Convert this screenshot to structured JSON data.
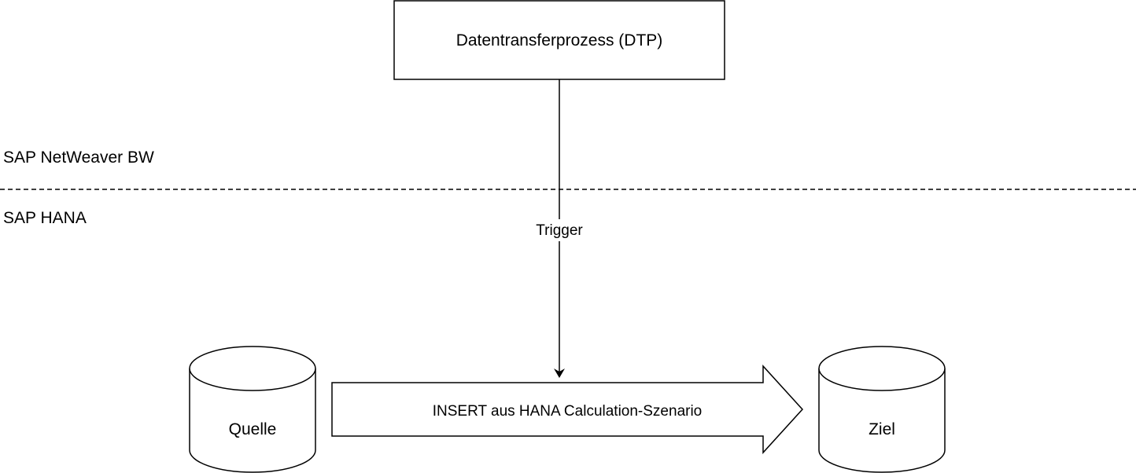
{
  "layers": {
    "upper_label": "SAP NetWeaver BW",
    "lower_label": "SAP HANA"
  },
  "process": {
    "label": "Datentransferprozess (DTP)"
  },
  "edge": {
    "label": "Trigger"
  },
  "source_db": {
    "label": "Quelle"
  },
  "target_db": {
    "label": "Ziel"
  },
  "flow_arrow": {
    "label": "INSERT aus HANA Calculation-Szenario"
  },
  "colors": {
    "stroke": "#000000",
    "fill": "#ffffff",
    "text": "#000000"
  }
}
